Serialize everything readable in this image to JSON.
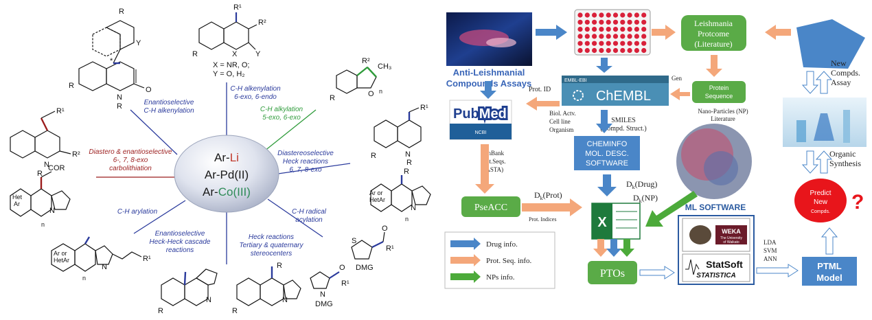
{
  "left_panel": {
    "center_lines": [
      "Ar-Li",
      "Ar-Pd(II)",
      "Ar-Co(III)"
    ],
    "center_prefix": "Ar-",
    "center_metals": [
      "Li",
      "Pd(II)",
      "Co(III)"
    ],
    "metal_colors": [
      "#c0392b",
      "#1a1a1a",
      "#2e8b57"
    ],
    "labels": {
      "enantio_alkenylation": [
        "Enantioselective",
        "C-H alkenylation"
      ],
      "ch_alkenylation": [
        "C-H alkenylation",
        "6-exo, 6-endo"
      ],
      "ch_alkylation": [
        "C-H alkylation",
        "5-exo, 6-exo"
      ],
      "diastereo_heck": [
        "Diastereoselective",
        "Heck reactions",
        "6, 7, 8-exo"
      ],
      "carbolithiation": [
        "Diastero & enantioselective",
        "6-, 7, 8-exo",
        "carbolithiation"
      ],
      "ch_arylation": [
        "C-H arylation"
      ],
      "heck_heck": [
        "Enantioselective",
        "Heck-Heck cascade",
        "reactions"
      ],
      "heck_tertiary": [
        "Heck reactions",
        "Tertiary & quaternary",
        "stereocenters"
      ],
      "radical_acylation": [
        "C-H  radical",
        "acylation"
      ]
    },
    "label_colors": {
      "blue": "#2a3a9c",
      "green": "#2e9b3a",
      "red": "#9b1c1c"
    },
    "chem_text": {
      "x_eq": "X = NR, O;",
      "y_eq": "Y = O, H₂",
      "r": "R",
      "r1": "R¹",
      "r2": "R²",
      "x": "X",
      "y": "Y",
      "n": "N",
      "o": "O",
      "ch3": "CH₃",
      "cor": "COR",
      "het_ar": [
        "Het",
        "Ar"
      ],
      "ar_or_hetar": [
        "Ar or",
        "HetAr"
      ],
      "dmg": "DMG",
      "s": "S",
      "sub_n": "n",
      "star": "*"
    }
  },
  "right_panel": {
    "assays_title": [
      "Anti-Leishmanial",
      "Compounds Assays"
    ],
    "leishmania_box": [
      "Leishmania",
      "Protcome",
      "(Literature)"
    ],
    "protein_box": [
      "Protein",
      "Sequence"
    ],
    "gen": "Gen",
    "chembl_header": "EMBL-EBI",
    "chembl_logo": "ChEMBL",
    "prot_id": "Prot. ID",
    "pubmed": {
      "pub": "Pub",
      "med": "Med",
      "ncbi": "NCBI"
    },
    "biol_lines": [
      "Biol. Actv.",
      "Cell line",
      "Organism"
    ],
    "smiles_lines": [
      "SMILES",
      "(Compd. Struct.)"
    ],
    "np_label": [
      "Nano-Particles (NP)",
      "Literature"
    ],
    "new_compds": [
      "New",
      "Compds.",
      "Assay"
    ],
    "organic_synth": [
      "Organic",
      "Synthesis"
    ],
    "genbank": [
      "GenBank",
      "Prot.Seqs.",
      "(FASTA)"
    ],
    "cheminfo": [
      "CHEMINFO",
      "MOL. DESC.",
      "SOFTWARE"
    ],
    "dk_drug": "D",
    "dk_drug_sub": "k",
    "dk_drug_arg": "(Drug)",
    "dk_np_arg": "(NP)",
    "dk_prot_arg": "(Prot)",
    "pseacc": "PseACC",
    "prot_indices": "Prot. Indices",
    "excel_letter": "X",
    "ml_software": "ML SOFTWARE",
    "weka": "WEKA",
    "weka_sub": [
      "The University",
      "of Waikato"
    ],
    "statsoft": "StatSoft",
    "statistica": "STATISTICA",
    "lda_lines": [
      "LDA",
      "SVM",
      "ANN"
    ],
    "predict": [
      "Predict",
      "New",
      "Compds."
    ],
    "question": "?",
    "ptos": "PTOs",
    "ptml": [
      "PTML",
      "Model"
    ],
    "legend": [
      {
        "label": "Drug info.",
        "color": "#4a86c8"
      },
      {
        "label": "Prot. Seq. info.",
        "color": "#f4a77a"
      },
      {
        "label": "NPs info.",
        "color": "#4caa3a"
      }
    ],
    "colors": {
      "green_box": "#5aab47",
      "blue_box": "#4a86c8",
      "orange_arrow": "#f4a77a",
      "red_circle": "#e8151b"
    }
  }
}
